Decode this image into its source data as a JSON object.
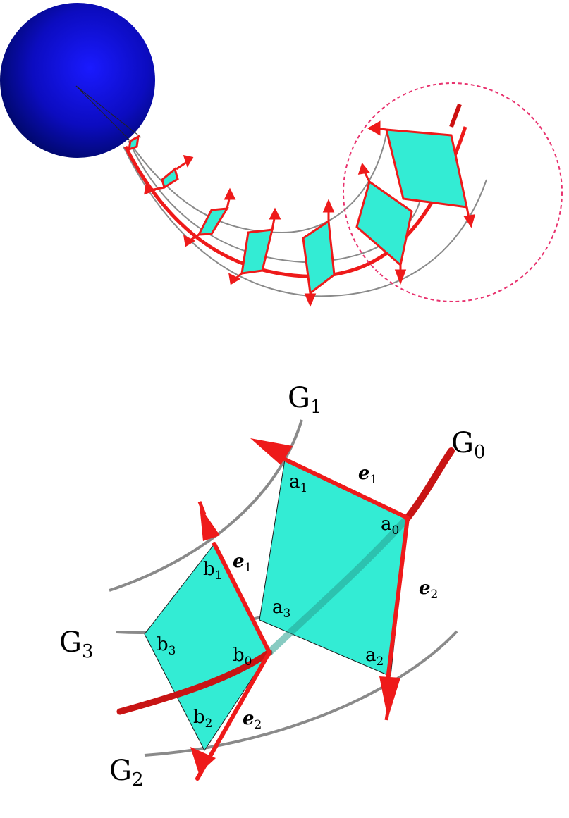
{
  "colors": {
    "sphere": "#1010d8",
    "sphere_dark": "#000a6a",
    "face": "#33ecd4",
    "edge": "#ee1a1a",
    "guide": "#8a8a8a",
    "highlight": "#e8326e"
  },
  "labels": {
    "g1": {
      "base": "G",
      "sub": "1"
    },
    "g0": {
      "base": "G",
      "sub": "0"
    },
    "g3": {
      "base": "G",
      "sub": "3"
    },
    "g2": {
      "base": "G",
      "sub": "2"
    },
    "a0": {
      "base": "a",
      "sub": "0"
    },
    "a1": {
      "base": "a",
      "sub": "1"
    },
    "a2": {
      "base": "a",
      "sub": "2"
    },
    "a3": {
      "base": "a",
      "sub": "3"
    },
    "b0": {
      "base": "b",
      "sub": "0"
    },
    "b1": {
      "base": "b",
      "sub": "1"
    },
    "b2": {
      "base": "b",
      "sub": "2"
    },
    "b3": {
      "base": "b",
      "sub": "3"
    },
    "e1_top": {
      "base": "e",
      "sub": "1"
    },
    "e1_left": {
      "base": "e",
      "sub": "1"
    },
    "e2_right": {
      "base": "e",
      "sub": "2"
    },
    "e2_bottom": {
      "base": "e",
      "sub": "2"
    }
  }
}
